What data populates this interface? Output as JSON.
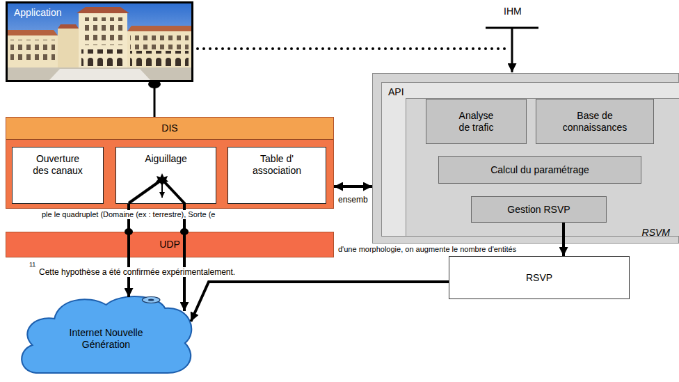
{
  "diagram": {
    "nodes": [
      {
        "text": [
          "Application"
        ]
      },
      {
        "text": [
          "DIS"
        ]
      },
      {
        "text": [
          "Ouverture des canaux"
        ],
        "in": 1
      },
      {
        "text": [
          "Aiguillage"
        ],
        "in": 1
      },
      {
        "text": [
          "Table d' association"
        ],
        "in": 1
      },
      {
        "text": [
          "UDP"
        ]
      },
      {
        "text": [
          "Internet Nouvelle Génération"
        ]
      },
      {
        "text": [
          "RSVM"
        ]
      },
      {
        "text": [
          "API"
        ],
        "in": 7
      },
      {
        "text": [
          "Analyse de trafic"
        ],
        "in": 8
      },
      {
        "text": [
          "Base de connaissances"
        ],
        "in": 8
      },
      {
        "text": [
          "Calcul du paramétrage"
        ],
        "in": 8
      },
      {
        "text": [
          "Gestion RSVP"
        ],
        "in": 8
      },
      {
        "text": [
          "RSVP"
        ]
      }
    ],
    "edges": [
      {
        "from": 0,
        "to": 1,
        "arrow": "none"
      },
      {
        "from": 1,
        "to": 7,
        "arrow": "both"
      },
      {
        "from": 3,
        "to": 6,
        "arrow": "to"
      },
      {
        "from": 12,
        "to": 13,
        "arrow": "to"
      },
      {
        "from": 13,
        "to": 6,
        "arrow": "to"
      }
    ],
    "labels": [
      "IHM",
      "ensemb",
      "ple le quadruplet (Domaine (ex : terrestre), Sorte (e",
      "d'une morphologie, on augmente le nombre d'entités",
      "11",
      "Cette hypothèse a été confirmée expérimentalement."
    ]
  }
}
